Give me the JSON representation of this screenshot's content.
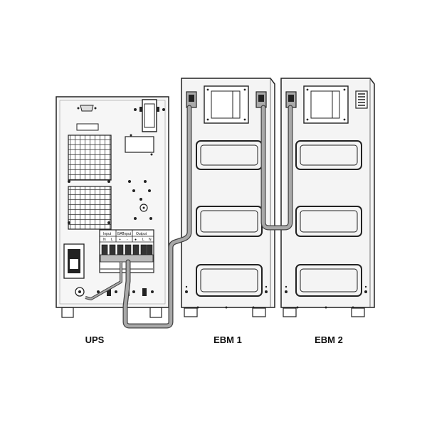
{
  "labels": {
    "ups": "UPS",
    "ebm1": "EBM 1",
    "ebm2": "EBM 2"
  },
  "terminal_block": {
    "groups": [
      "Input",
      "BAT",
      "Input",
      "Output"
    ],
    "pins": [
      "N",
      "L",
      "+",
      "-",
      "●",
      "L",
      "N"
    ]
  },
  "colors": {
    "outline": "#222222",
    "cabinet_fill": "#f4f4f4",
    "cable": "#9a9a9a",
    "cable_edge": "#444444"
  }
}
